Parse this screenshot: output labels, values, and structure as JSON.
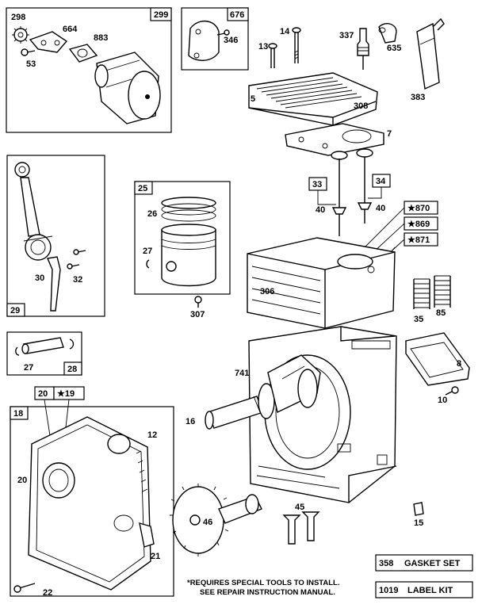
{
  "callouts": {
    "c298": "298",
    "c664": "664",
    "c883": "883",
    "c53": "53",
    "c299": "299",
    "c676": "676",
    "c346": "346",
    "c14": "14",
    "c13": "13",
    "c337": "337",
    "c635": "635",
    "c5": "5",
    "c308": "308",
    "c383": "383",
    "c7": "7",
    "c33": "33",
    "c34": "34",
    "c40a": "40",
    "c40b": "40",
    "c870": "★870",
    "c869": "★869",
    "c871": "★871",
    "c25": "25",
    "c26": "26",
    "c27a": "27",
    "c307": "307",
    "c306": "306",
    "c30": "30",
    "c32": "32",
    "c29": "29",
    "c35": "35",
    "c85": "85",
    "c8": "8",
    "c10": "10",
    "c27b": "27",
    "c28": "28",
    "c741": "741",
    "c16": "16",
    "c20box": "20",
    "c19": "★19",
    "c18": "18",
    "c12": "12",
    "c20": "20",
    "c46": "46",
    "c45": "45",
    "c15": "15",
    "c21": "21",
    "c22": "22"
  },
  "footnote": {
    "line1": "*REQUIRES SPECIAL TOOLS TO INSTALL.",
    "line2": "SEE REPAIR INSTRUCTION MANUAL."
  },
  "kits": {
    "gasket_num": "358",
    "gasket_label": "GASKET SET",
    "label_num": "1019",
    "label_label": "LABEL KIT"
  }
}
